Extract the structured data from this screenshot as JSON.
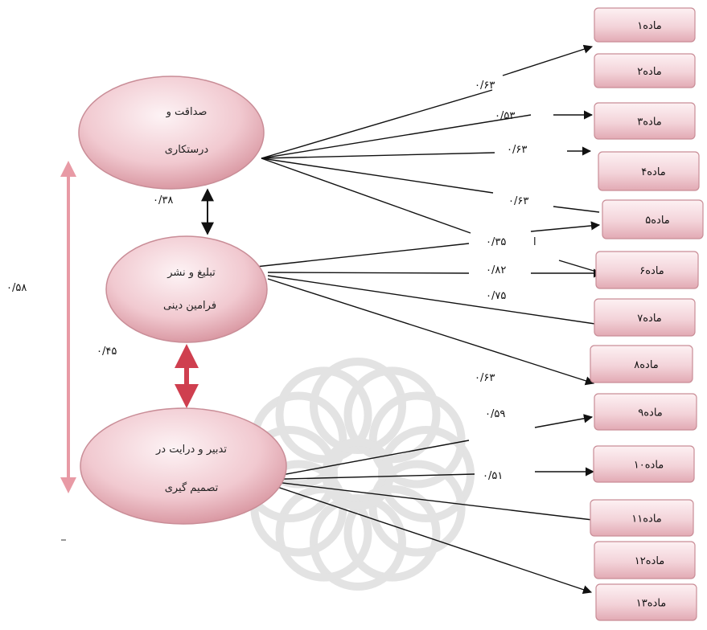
{
  "factors": [
    {
      "id": "f1",
      "lines": [
        "صداقت و",
        "درستکاری"
      ]
    },
    {
      "id": "f2",
      "lines": [
        "تبلیغ و نشر",
        "فرامین دینی"
      ]
    },
    {
      "id": "f3",
      "lines": [
        "تدبیر و درایت در",
        "تصمیم گیری"
      ]
    }
  ],
  "items": [
    "ماده۱",
    "ماده۲",
    "ماده۳",
    "ماده۴",
    "ماده۵",
    "ماده۶",
    "ماده۷",
    "ماده۸",
    "ماده۹",
    "ماده۱۰",
    "ماده۱۱",
    "ماده۱۲",
    "ماده۱۳"
  ],
  "loadings": [
    "۰/۶۳",
    "۰/۵۳",
    "۰/۶۳",
    "۰/۶۳",
    "۰/۳۵",
    "۰/۸۲",
    "۰/۷۵",
    "۰/۶۳",
    "۰/۵۹",
    "۰/۵۱"
  ],
  "correlations": {
    "f1_f2": "۰/۳۸",
    "f2_f3": "۰/۴۵",
    "f1_f3": "۰/۵۸"
  },
  "colors": {
    "node_light": "#fbe9ec",
    "node_dark": "#d58f9a",
    "node_border": "#c98d97",
    "red_arrow": "#cf3f4f",
    "pink_arrow": "#e89aa5",
    "line": "#111111"
  }
}
